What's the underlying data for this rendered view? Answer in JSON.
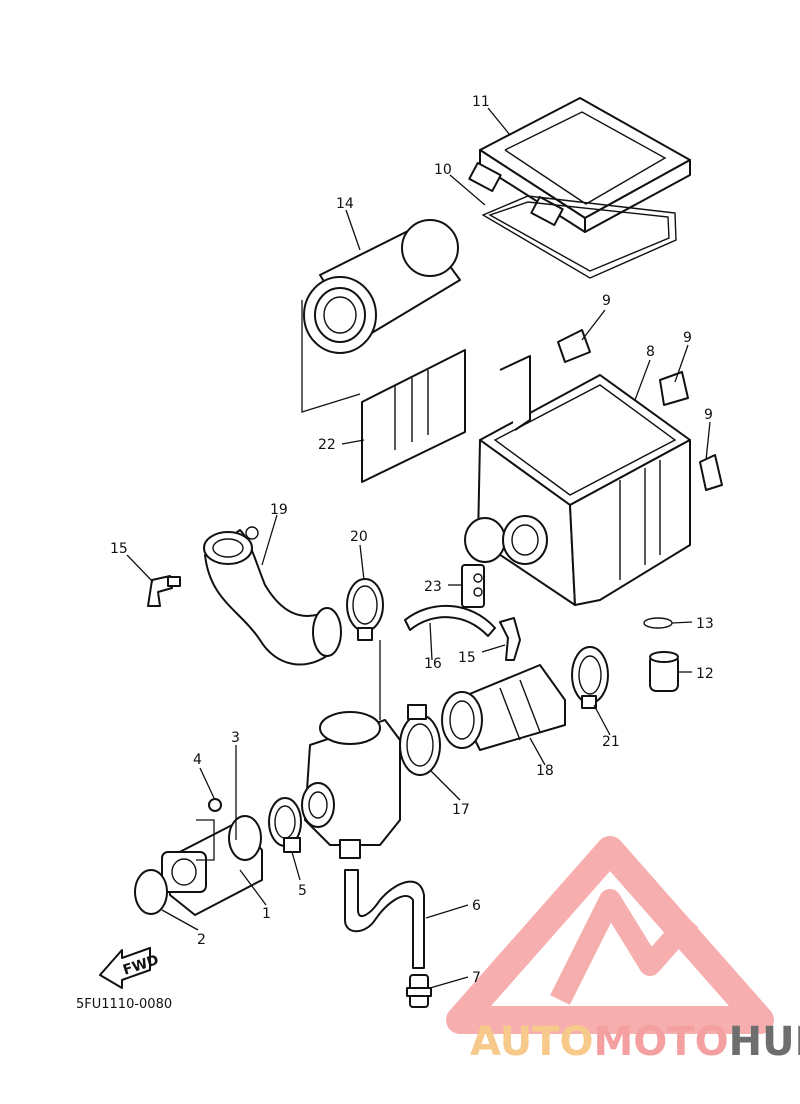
{
  "diagram": {
    "callouts": [
      {
        "id": "1",
        "text": "1"
      },
      {
        "id": "2",
        "text": "2"
      },
      {
        "id": "3",
        "text": "3"
      },
      {
        "id": "4",
        "text": "4"
      },
      {
        "id": "5",
        "text": "5"
      },
      {
        "id": "6",
        "text": "6"
      },
      {
        "id": "7",
        "text": "7"
      },
      {
        "id": "8",
        "text": "8"
      },
      {
        "id": "9a",
        "text": "9"
      },
      {
        "id": "9b",
        "text": "9"
      },
      {
        "id": "9c",
        "text": "9"
      },
      {
        "id": "10",
        "text": "10"
      },
      {
        "id": "11",
        "text": "11"
      },
      {
        "id": "12",
        "text": "12"
      },
      {
        "id": "13",
        "text": "13"
      },
      {
        "id": "14",
        "text": "14"
      },
      {
        "id": "15a",
        "text": "15"
      },
      {
        "id": "15b",
        "text": "15"
      },
      {
        "id": "16",
        "text": "16"
      },
      {
        "id": "17",
        "text": "17"
      },
      {
        "id": "18",
        "text": "18"
      },
      {
        "id": "19",
        "text": "19"
      },
      {
        "id": "20",
        "text": "20"
      },
      {
        "id": "21",
        "text": "21"
      },
      {
        "id": "22",
        "text": "22"
      },
      {
        "id": "23",
        "text": "23"
      }
    ],
    "code": "5FU1110-0080",
    "fwd_label": "FWD"
  },
  "watermark": {
    "part1": "AUTO",
    "part2": "MOTO",
    "part3": "HUB",
    "colors": {
      "light": "#f7c98a",
      "pink": "#f5a0a0",
      "dark": "#6e6e6e"
    }
  }
}
